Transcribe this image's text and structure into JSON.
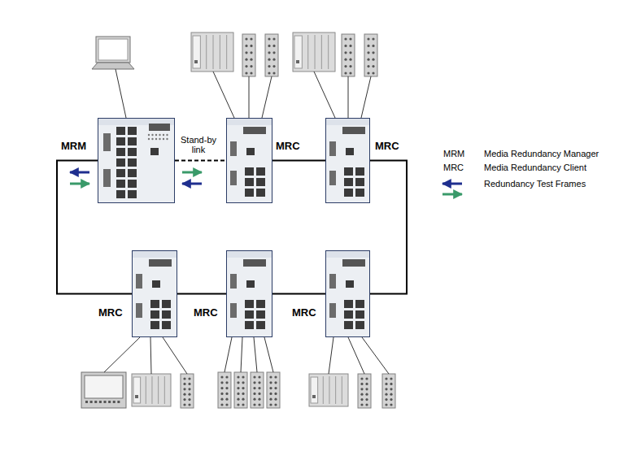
{
  "diagram": {
    "nodes": [
      {
        "text": [
          "MRM"
        ]
      },
      {
        "text": [
          "MRC"
        ]
      },
      {
        "text": [
          "MRC"
        ]
      },
      {
        "text": [
          "MRC"
        ]
      },
      {
        "text": [
          "MRC"
        ]
      },
      {
        "text": [
          "MRC"
        ]
      }
    ],
    "edges": [
      {
        "from": 0,
        "to": 1,
        "arrow": "none",
        "label": "Stand-by link"
      },
      {
        "from": 1,
        "to": 2,
        "arrow": "none"
      },
      {
        "from": 2,
        "to": 5,
        "arrow": "none"
      },
      {
        "from": 5,
        "to": 4,
        "arrow": "none"
      },
      {
        "from": 4,
        "to": 3,
        "arrow": "none"
      },
      {
        "from": 3,
        "to": 0,
        "arrow": "none"
      }
    ],
    "labels": [
      "MRM",
      "MRC"
    ],
    "legend": [
      {
        "text": "Media Redundancy Manager"
      },
      {
        "text": "Media Redundancy Client"
      },
      {
        "text": "Redundancy Test Frames"
      }
    ]
  }
}
